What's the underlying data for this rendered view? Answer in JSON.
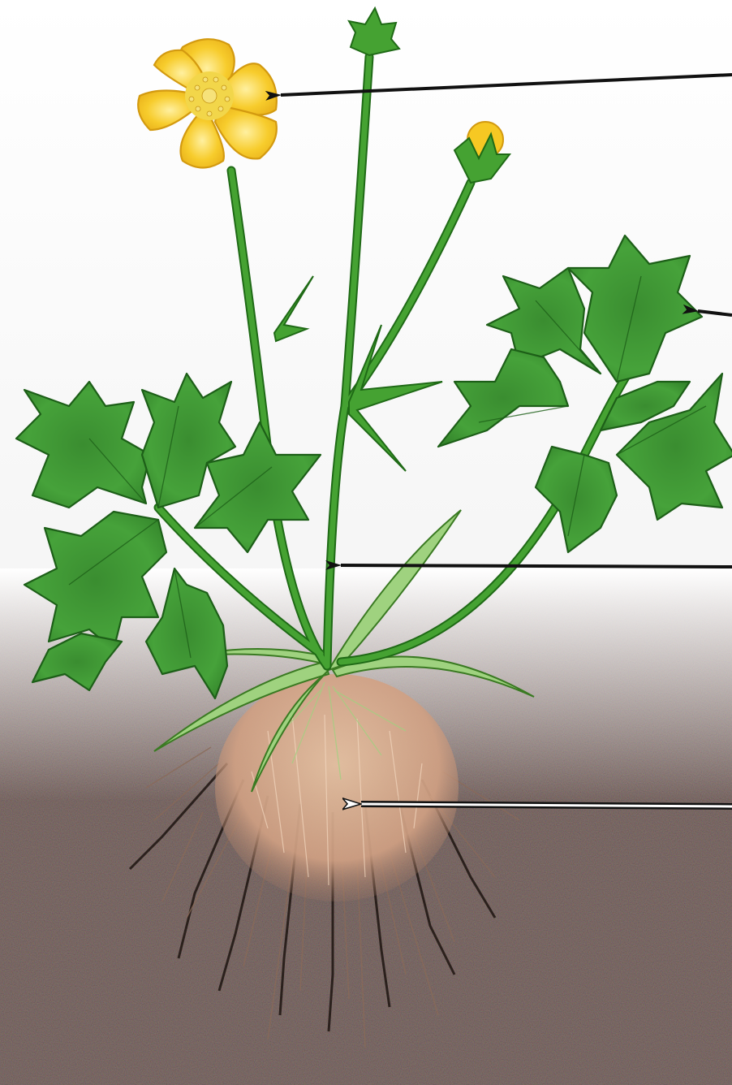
{
  "diagram": {
    "subject": "buttercup-plant",
    "labels": [],
    "pointers": [
      {
        "target": "flower",
        "color": "#111111",
        "head_fill": "#111111"
      },
      {
        "target": "leaf",
        "color": "#111111",
        "head_fill": "#111111"
      },
      {
        "target": "stem",
        "color": "#111111",
        "head_fill": "#111111"
      },
      {
        "target": "roots",
        "color": "#111111",
        "head_fill": "#ffffff"
      }
    ],
    "colors": {
      "petal": "#f6c823",
      "petal_edge": "#d39a10",
      "flower_center": "#f2d64a",
      "stem": "#3d9a2a",
      "stem_edge": "#1f6a16",
      "leaf": "#3f9a35",
      "leaf_dark": "#2a7a22",
      "leaf_edge": "#1d5f18",
      "basal_leaf": "#9fd27f",
      "soil": "#3e2f28",
      "root": "#d8aa88",
      "root_dark": "#2a1e18"
    }
  }
}
